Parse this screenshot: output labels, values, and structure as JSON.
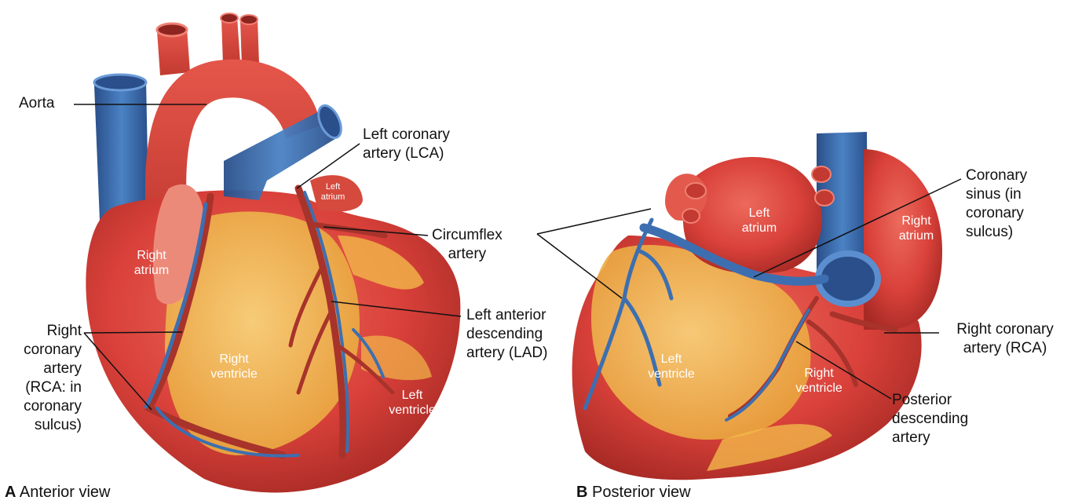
{
  "anterior": {
    "caption_letter": "A",
    "caption_text": "Anterior view",
    "labels": {
      "aorta": "Aorta",
      "lca": "Left coronary\nartery (LCA)",
      "circumflex": "Circumflex\nartery",
      "lad": "Left anterior\ndescending\nartery (LAD)",
      "rca": "Right\ncoronary\nartery\n(RCA: in\ncoronary\nsulcus)"
    },
    "on_image": {
      "right_atrium": "Right\natrium",
      "right_ventricle": "Right\nventricle",
      "left_atrium": "Left\natrium",
      "left_ventricle": "Left\nventricle"
    }
  },
  "posterior": {
    "caption_letter": "B",
    "caption_text": "Posterior view",
    "labels": {
      "coronary_sinus": "Coronary\nsinus (in\ncoronary\nsulcus)",
      "rca": "Right coronary\nartery (RCA)",
      "pda": "Posterior\ndescending\nartery"
    },
    "on_image": {
      "left_atrium": "Left\natrium",
      "right_atrium": "Right\natrium",
      "left_ventricle": "Left\nventricle",
      "right_ventricle": "Right\nventricle"
    }
  },
  "colors": {
    "heart_red": "#d9413a",
    "heart_dark": "#b52a26",
    "fat_yellow": "#f2b84a",
    "fat_light": "#f8d47a",
    "vein_blue": "#3d6fb0",
    "vein_dark": "#2a4f8a",
    "artery": "#a8332b",
    "leader": "#111111"
  }
}
